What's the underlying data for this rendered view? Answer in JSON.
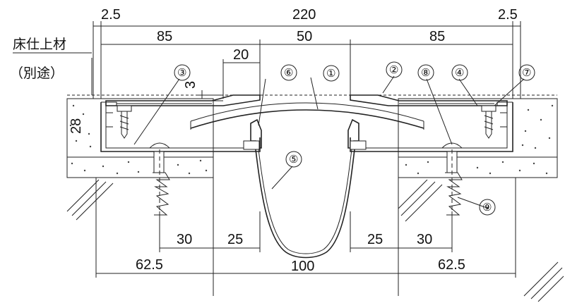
{
  "note_label": {
    "line1": "床仕上材",
    "line2": "（別途）"
  },
  "dimensions": {
    "top_left_edge": "2.5",
    "top_total": "220",
    "top_right_edge": "2.5",
    "left_half": "85",
    "center_gap": "50",
    "right_half": "85",
    "cover_overhang": "20",
    "cover_thickness": "3",
    "height": "28",
    "left_anchor_offset": "30",
    "left_inner": "25",
    "right_inner": "25",
    "right_anchor_offset": "30",
    "bottom_left": "62.5",
    "bottom_gap": "100",
    "bottom_right": "62.5"
  },
  "callouts": [
    "①",
    "②",
    "③",
    "④",
    "⑤",
    "⑥",
    "⑦",
    "⑧",
    "⑨"
  ],
  "colors": {
    "line": "#222222",
    "background": "#ffffff"
  }
}
